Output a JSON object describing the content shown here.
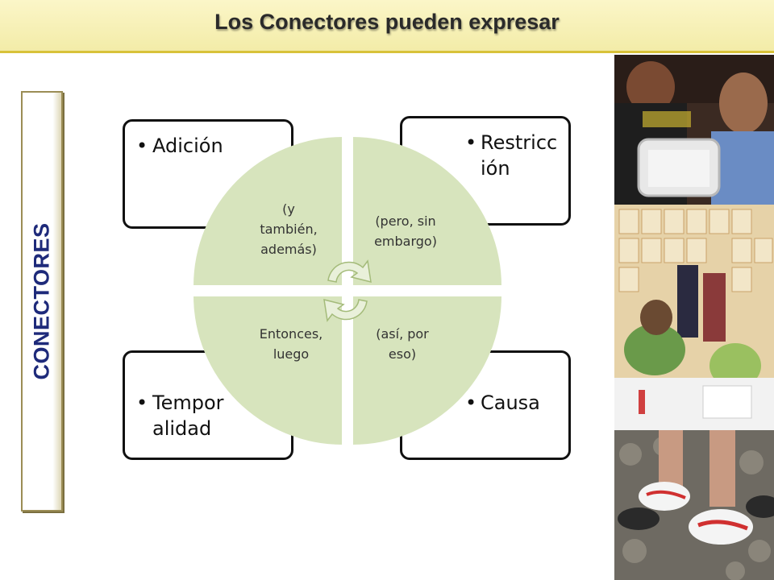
{
  "header": {
    "title": "Los Conectores pueden expresar"
  },
  "side_label": {
    "text": "CONECTORES"
  },
  "cards": {
    "top_left": {
      "bullet": "•",
      "line1": "Adición"
    },
    "top_right": {
      "bullet": "•",
      "line1": "Restricc",
      "line2": "ión"
    },
    "bottom_left": {
      "bullet": "•",
      "line1": "Tempor",
      "line2": "alidad"
    },
    "bottom_right": {
      "bullet": "•",
      "line1": "Causa"
    }
  },
  "quadrants": {
    "top_left": {
      "line1": "(y",
      "line2": "también,",
      "line3": "además)"
    },
    "top_right": {
      "line1": "(pero, sin",
      "line2": "embargo)"
    },
    "bottom_left": {
      "line1": "Entonces,",
      "line2": "luego"
    },
    "bottom_right": {
      "line1": "(así, por",
      "line2": "eso)"
    }
  },
  "colors": {
    "quadrant_fill": "#d7e4bd",
    "arrow_fill": "#e9f0da",
    "card_border": "#111111",
    "header_bg": "#f6efb5",
    "side_text": "#1e2a7a"
  }
}
